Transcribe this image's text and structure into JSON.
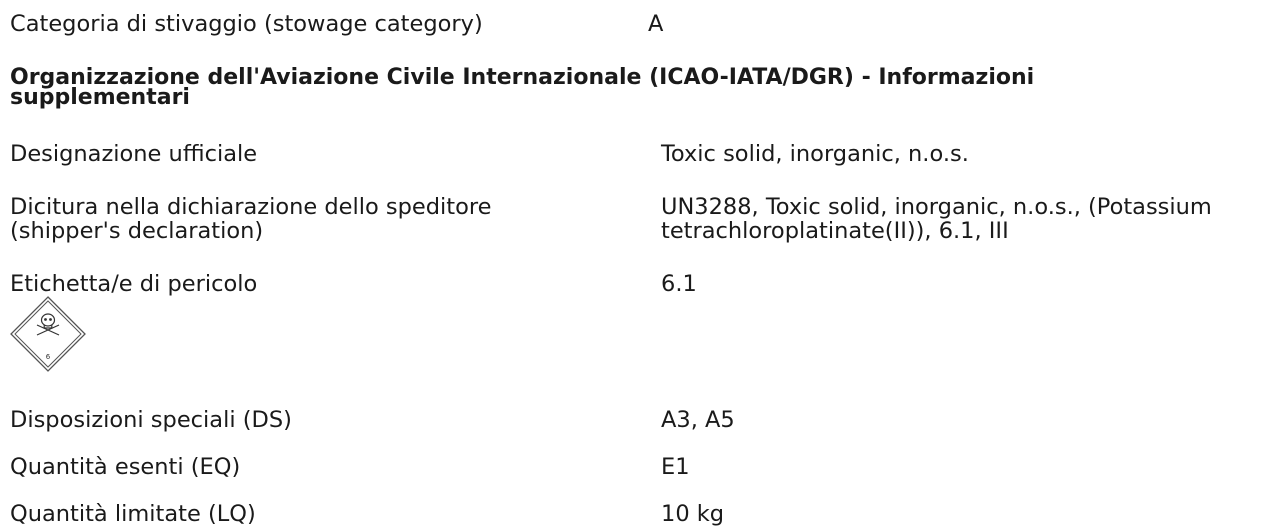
{
  "sea": {
    "stowage_label": "Categoria di stivaggio (stowage category)",
    "stowage_value": "A"
  },
  "air": {
    "heading": "Organizzazione dell'Aviazione Civile Internazionale (ICAO-IATA/DGR) - Informazioni supplementari",
    "rows": [
      {
        "label": "Designazione ufficiale",
        "value": "Toxic solid, inorganic, n.o.s."
      },
      {
        "label": "Dicitura nella dichiarazione dello speditore (shipper's declaration)",
        "value": "UN3288, Toxic solid, inorganic, n.o.s., (Potassium tetrachloroplatinate(II)), 6.1, III"
      },
      {
        "label": "Etichetta/e di pericolo",
        "value": "6.1"
      },
      {
        "label": "Disposizioni speciali (DS)",
        "value": "A3, A5"
      },
      {
        "label": "Quantità esenti (EQ)",
        "value": "E1"
      },
      {
        "label": "Quantità limitate (LQ)",
        "value": "10 kg"
      }
    ],
    "pictogram": {
      "icon": "toxic-skull-crossbones-diamond-icon",
      "class_number": "6"
    }
  }
}
